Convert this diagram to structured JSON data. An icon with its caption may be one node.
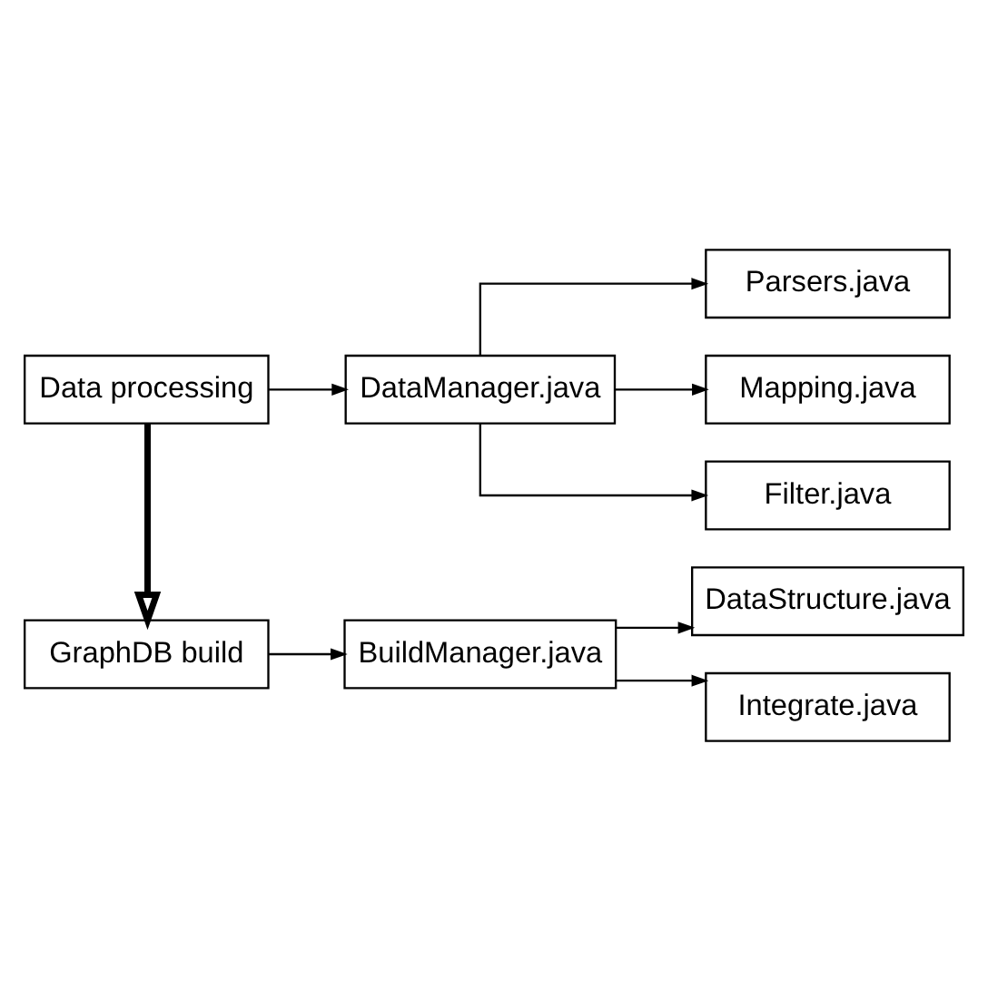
{
  "diagram": {
    "nodes": [
      {
        "text": [
          "Data processing"
        ]
      },
      {
        "text": [
          "DataManager.java"
        ]
      },
      {
        "text": [
          "Parsers.java"
        ]
      },
      {
        "text": [
          "Mapping.java"
        ]
      },
      {
        "text": [
          "Filter.java"
        ]
      },
      {
        "text": [
          "GraphDB build"
        ]
      },
      {
        "text": [
          "BuildManager.java"
        ]
      },
      {
        "text": [
          "DataStructure.java"
        ]
      },
      {
        "text": [
          "Integrate.java"
        ]
      }
    ],
    "edges": [
      {
        "from": 0,
        "to": 1,
        "arrow": "to"
      },
      {
        "from": 1,
        "to": 2,
        "arrow": "to"
      },
      {
        "from": 1,
        "to": 3,
        "arrow": "to"
      },
      {
        "from": 1,
        "to": 4,
        "arrow": "to"
      },
      {
        "from": 0,
        "to": 5,
        "arrow": "to",
        "style": "thick"
      },
      {
        "from": 5,
        "to": 6,
        "arrow": "to"
      },
      {
        "from": 6,
        "to": 7,
        "arrow": "to"
      },
      {
        "from": 6,
        "to": 8,
        "arrow": "to"
      }
    ]
  }
}
